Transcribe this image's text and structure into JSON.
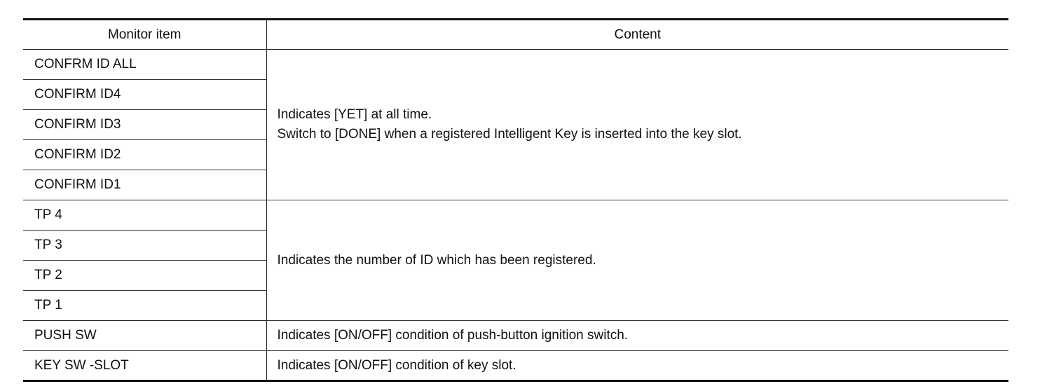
{
  "table": {
    "headers": {
      "item": "Monitor item",
      "content": "Content"
    },
    "rows": [
      {
        "item": "CONFRM ID ALL"
      },
      {
        "item": "CONFIRM ID4"
      },
      {
        "item": "CONFIRM ID3"
      },
      {
        "item": "CONFIRM ID2"
      },
      {
        "item": "CONFIRM ID1"
      },
      {
        "item": "TP 4"
      },
      {
        "item": "TP 3"
      },
      {
        "item": "TP 2"
      },
      {
        "item": "TP 1"
      },
      {
        "item": "PUSH SW"
      },
      {
        "item": "KEY SW -SLOT"
      }
    ],
    "contents": {
      "confirm_id": [
        "Indicates [YET] at all time.",
        "Switch to [DONE] when a registered Intelligent Key is inserted into the key slot."
      ],
      "tp": "Indicates the number of ID which has been registered.",
      "push_sw": "Indicates [ON/OFF] condition of push-button ignition switch.",
      "key_sw_slot": "Indicates [ON/OFF] condition of key slot."
    }
  }
}
